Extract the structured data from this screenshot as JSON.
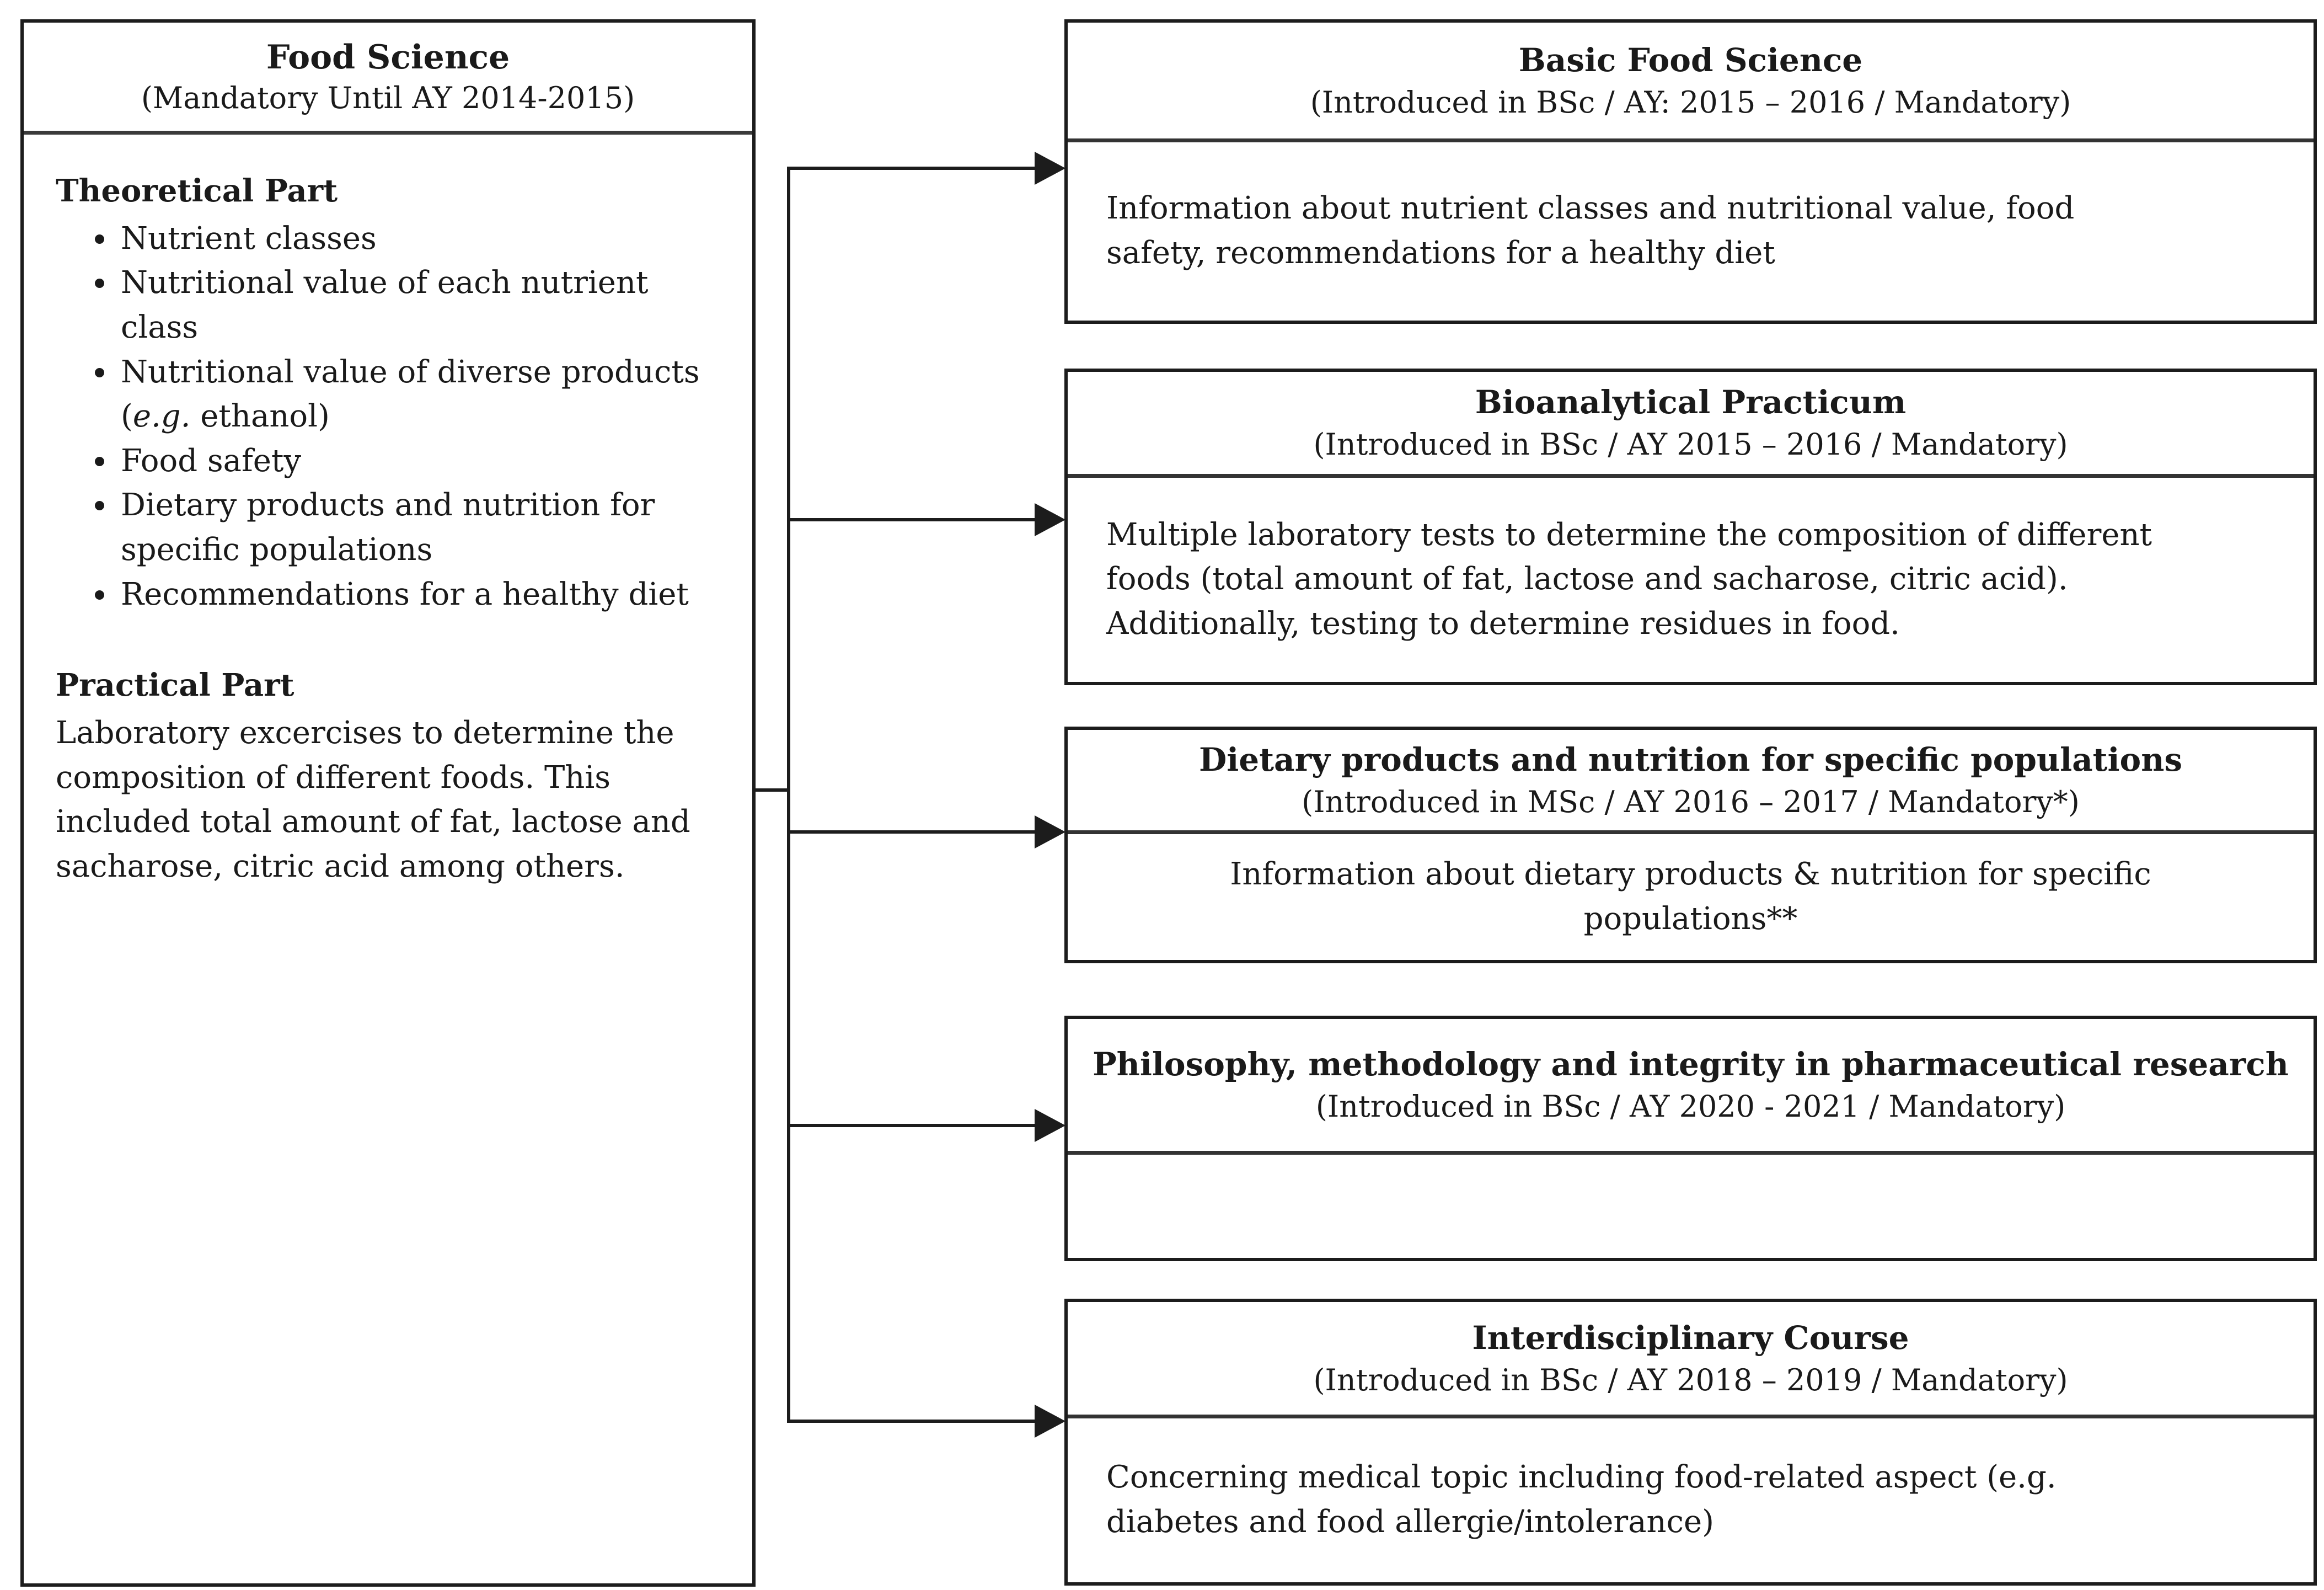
{
  "figure": {
    "background": "#ffffff",
    "ink": "#1c1c1c"
  },
  "legacy": {
    "title": "Food Science",
    "subtitle": "(Mandatory Until AY 2014-2015)",
    "theoretical_heading": "Theoretical Part",
    "bullets": [
      {
        "text": "Nutrient classes"
      },
      {
        "text": "Nutritional value of each nutrient class"
      },
      {
        "pre": "Nutritional value of diverse products (",
        "em": "e.g.",
        "post": " ethanol)"
      },
      {
        "text": "Food safety"
      },
      {
        "text": "Dietary products and nutrition for specific populations"
      },
      {
        "text": "Recommendations for a healthy diet"
      }
    ],
    "practical_heading": "Practical Part",
    "practical_text": "Laboratory excercises to determine the composition of different foods. This included total amount of fat, lactose and sacharose, citric acid among others."
  },
  "courses": [
    {
      "title": "Basic Food Science",
      "subtitle": "(Introduced in BSc / AY: 2015 – 2016 / Mandatory)",
      "description": "Information about nutrient classes and nutritional value, food safety, recommendations for a healthy diet"
    },
    {
      "title": "Bioanalytical Practicum",
      "subtitle": "(Introduced in BSc / AY 2015 – 2016 / Mandatory)",
      "description": "Multiple laboratory tests to determine the composition of different foods (total amount of fat, lactose and sacharose, citric acid). Additionally, testing to determine residues in food."
    },
    {
      "title": "Dietary products and nutrition for specific populations",
      "subtitle": "(Introduced in MSc / AY 2016 – 2017 / Mandatory*)",
      "description": "Information about dietary products & nutrition for specific populations**"
    },
    {
      "title": "Philosophy, methodology and integrity in pharmaceutical research",
      "subtitle": "(Introduced in BSc / AY 2020 - 2021 / Mandatory)",
      "description": ""
    },
    {
      "title": "Interdisciplinary Course",
      "subtitle": "(Introduced in BSc / AY 2018 – 2019 / Mandatory)",
      "description": "Concerning medical topic including food-related aspect (e.g. diabetes and food allergie/intolerance)"
    }
  ]
}
